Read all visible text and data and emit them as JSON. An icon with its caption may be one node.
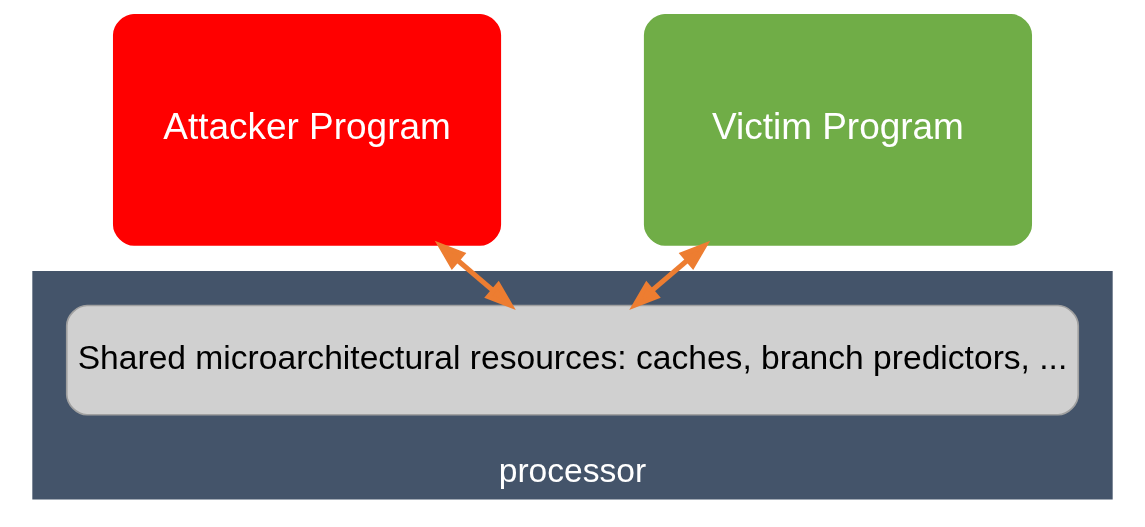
{
  "diagram": {
    "nodes": [
      {
        "text": [
          "Attacker Program"
        ]
      },
      {
        "text": [
          "Victim Program"
        ]
      },
      {
        "text": [
          "processor"
        ]
      },
      {
        "text": [
          "Shared microarchitectural resources: caches, branch predictors, ..."
        ],
        "in": 2
      }
    ],
    "edges": [
      {
        "from": 0,
        "to": 3,
        "arrow": "both"
      },
      {
        "from": 1,
        "to": 3,
        "arrow": "both"
      }
    ]
  }
}
